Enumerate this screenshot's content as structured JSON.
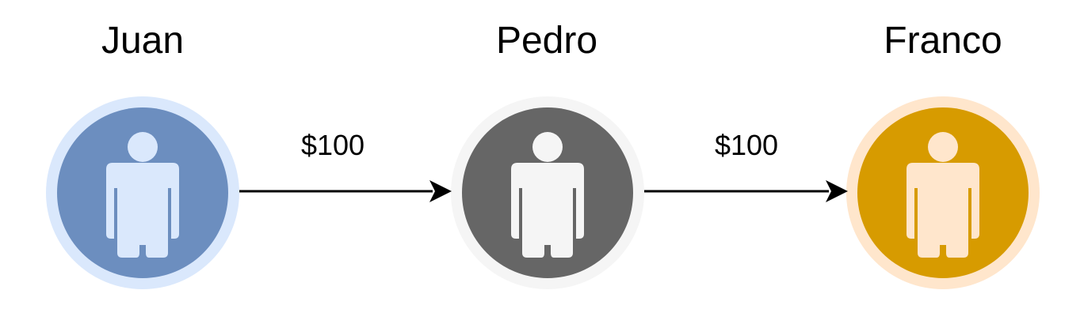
{
  "persons": [
    {
      "name": "Juan",
      "fill": "#6c8ebf",
      "ring": "#dae8fc",
      "figure": "#dae8fc"
    },
    {
      "name": "Pedro",
      "fill": "#666666",
      "ring": "#f5f5f5",
      "figure": "#f5f5f5"
    },
    {
      "name": "Franco",
      "fill": "#d79b00",
      "ring": "#ffe6cc",
      "figure": "#ffe6cc"
    }
  ],
  "transfers": [
    {
      "from": "Juan",
      "to": "Pedro",
      "amount": "$100"
    },
    {
      "from": "Pedro",
      "to": "Franco",
      "amount": "$100"
    }
  ],
  "icons": {
    "person": "person-icon",
    "arrow": "arrow-right-icon"
  }
}
